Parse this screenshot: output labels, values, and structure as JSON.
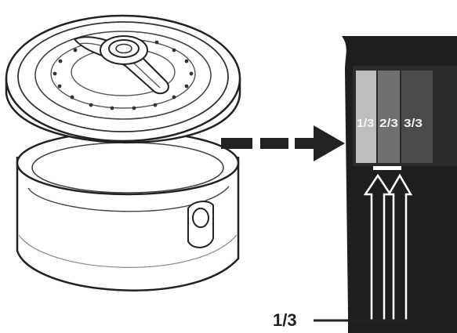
{
  "illustration": {
    "left_object": "rotary-dial-rain-gauge",
    "right_object": "gauge-window-closeup",
    "connector": "dashed-arrow-right"
  },
  "window": {
    "strips": [
      {
        "label": "1/3",
        "tone": "#bdbdbd"
      },
      {
        "label": "2/3",
        "tone": "#6f6f6f"
      },
      {
        "label": "3/3",
        "tone": "#4a4a4a"
      }
    ]
  },
  "annotation": {
    "fraction_label": "1/3"
  },
  "colors": {
    "ink": "#222222",
    "panel": "#1e1e1e",
    "paper": "#ffffff"
  }
}
